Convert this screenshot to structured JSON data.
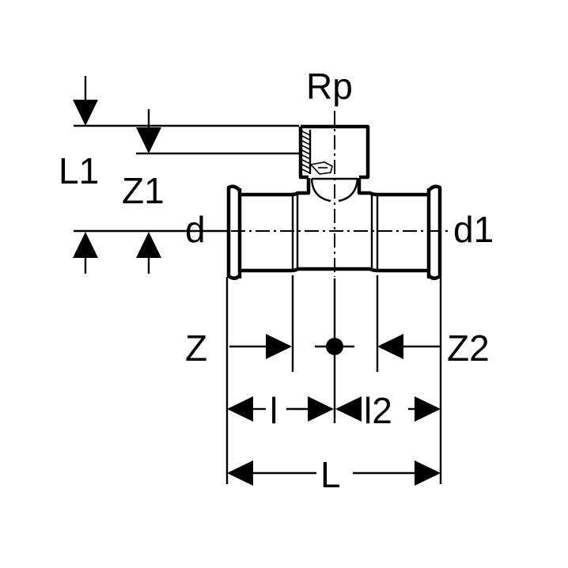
{
  "labels": {
    "rp": "Rp",
    "l1": "L1",
    "z1": "Z1",
    "d": "d",
    "d1": "d1",
    "z": "Z",
    "z2": "Z2",
    "l": "l",
    "l2": "l2",
    "L": "L"
  }
}
